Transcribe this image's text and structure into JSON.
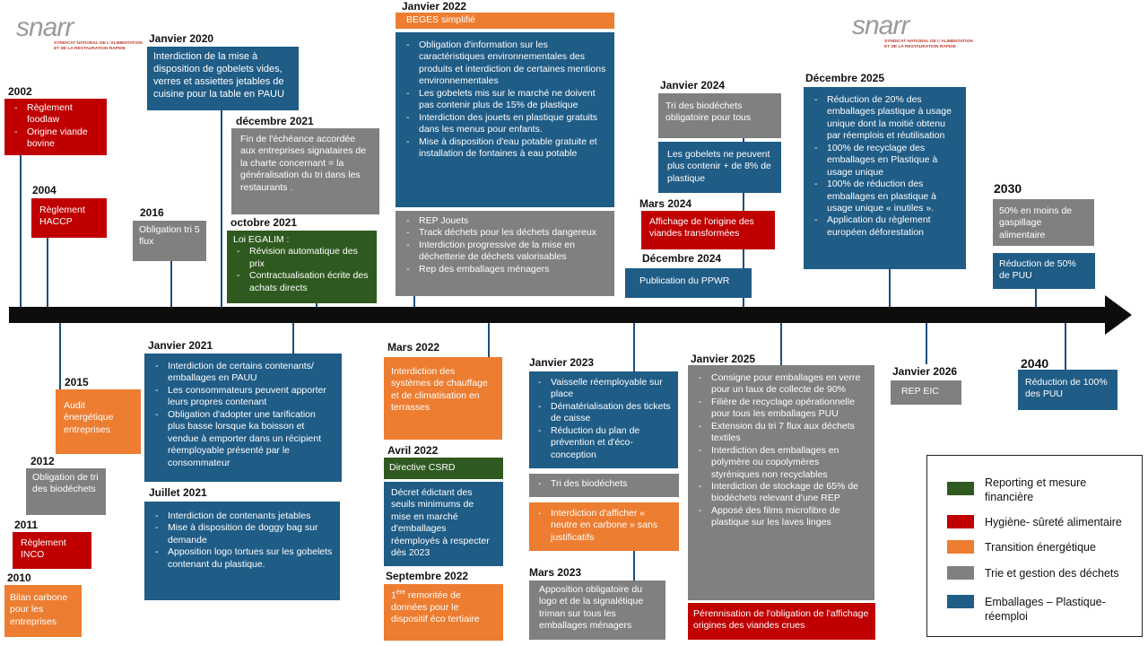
{
  "logo": {
    "word": "snarr",
    "subtitle_line1": "SYNDICAT NATIONAL DE L'ALIMENTATION",
    "subtitle_line2": "ET DE LA RESTAURATION RAPIDE"
  },
  "colors": {
    "reporting": "#2f5a1f",
    "hygiene": "#c00000",
    "energie": "#ed7d31",
    "dechets": "#808080",
    "emballages": "#1f5c86",
    "timeline": "#0d0d0d"
  },
  "legend": [
    {
      "label": "Reporting et mesure financière",
      "color": "#2f5a1f"
    },
    {
      "label": "Hygiène- sûreté alimentaire",
      "color": "#c00000"
    },
    {
      "label": "Transition énergétique",
      "color": "#ed7d31"
    },
    {
      "label": "Trie et gestion des déchets",
      "color": "#808080"
    },
    {
      "label": "Emballages – Plastique-réemploi",
      "color": "#1f5c86"
    }
  ],
  "top": {
    "y2002": {
      "date": "2002",
      "items": [
        "Règlement foodlaw",
        "Origine viande bovine"
      ]
    },
    "y2004": {
      "date": "2004",
      "text": "Règlement HACCP"
    },
    "y2016": {
      "date": "2016",
      "text": "Obligation tri 5 flux"
    },
    "jan2020": {
      "date": "Janvier 2020",
      "text": "Interdiction de la mise à disposition de gobelets vides, verres et assiettes jetables de cuisine pour la table en PAUU"
    },
    "dec2021": {
      "date": "décembre 2021",
      "text": "Fin de l'échéance accordée aux entreprises signataires de la charte concernant = la généralisation du tri dans les restaurants ."
    },
    "oct2021": {
      "date": "octobre 2021",
      "title": "Loi EGALIM :",
      "items": [
        "Révision automatique des prix",
        "Contractualisation écrite des achats directs"
      ]
    },
    "jan2022": {
      "date": "Janvier 2022",
      "beges": "BEGES simplifié",
      "items": [
        "Obligation d'information sur les caractéristiques  environnementales des produits et interdiction de certaines mentions environnementales",
        "Les gobelets mis sur le marché ne doivent pas contenir plus de 15% de plastique",
        "Interdiction des jouets en plastique gratuits dans les menus pour enfants.",
        "Mise à disposition d'eau potable gratuite et installation de fontaines à eau potable"
      ],
      "rep_items": [
        "REP Jouets",
        "Track déchets pour les déchets dangereux",
        "Interdiction progressive de la mise en déchetterie de déchets valorisables",
        "Rep des emballages ménagers"
      ]
    },
    "jan2024": {
      "date": "Janvier 2024",
      "tri": "Tri des biodéchets obligatoire pour tous",
      "gobelets": "Les gobelets ne peuvent plus contenir + de 8% de plastique"
    },
    "mar2024": {
      "date": "Mars 2024",
      "text": "Affichage de l'origine des viandes transformées"
    },
    "dec2024": {
      "date": "Décembre 2024",
      "text": "Publication du PPWR"
    },
    "dec2025": {
      "date": "Décembre 2025",
      "items": [
        "Réduction de 20% des emballages plastique à usage unique dont la moitié obtenu par réemplois et réutilisation",
        "100% de recyclage des emballages en Plastique à usage unique",
        "100% de réduction des emballages en plastique à usage unique « inutiles ».",
        "Application du règlement européen déforestation"
      ]
    },
    "y2030": {
      "date": "2030",
      "gaspillage": "50% en moins de gaspillage alimentaire",
      "puu": "Réduction de 50% de PUU"
    }
  },
  "bottom": {
    "y2010": {
      "date": "2010",
      "text": "Bilan carbone pour les entreprises"
    },
    "y2011": {
      "date": "2011",
      "text": "Règlement INCO"
    },
    "y2012": {
      "date": "2012",
      "text": "Obligation de tri des biodéchets"
    },
    "y2015": {
      "date": "2015",
      "text": "Audit énergétique entreprises"
    },
    "jan2021": {
      "date": "Janvier 2021",
      "items": [
        "Interdiction de certains contenants/ emballages en PAUU",
        "Les consommateurs peuvent apporter leurs propres contenant",
        "Obligation d'adopter une tarification plus basse lorsque ka boisson et vendue à emporter dans un récipient réemployable présenté par le consommateur"
      ]
    },
    "jul2021": {
      "date": "Juillet 2021",
      "items": [
        "Interdiction de contenants jetables",
        "Mise à disposition de doggy bag sur demande",
        "Apposition logo tortues sur les gobelets contenant du plastique."
      ]
    },
    "mar2022": {
      "date": "Mars 2022",
      "text": "Interdiction des systèmes de chauffage et de climatisation en terrasses"
    },
    "avr2022": {
      "date": "Avril 2022",
      "csrd": "Directive CSRD",
      "decret": "Décret édictant des seuils minimums de mise en marché d'emballages réemployés à respecter dès 2023"
    },
    "sep2022": {
      "date": "Septembre 2022",
      "text_pre": "1",
      "sup": "ère",
      "text_post": " remontée de données pour le dispositif éco tertiaire"
    },
    "jan2023": {
      "date": "Janvier 2023",
      "items": [
        "Vaisselle réemployable sur place",
        "Dématérialisation des tickets de caisse",
        "Réduction du plan de prévention et d'éco-conception"
      ],
      "tri": "Tri des biodéchets",
      "neutre": "Interdiction d'afficher « neutre en carbone » sans justificatifs"
    },
    "mar2023": {
      "date": "Mars 2023",
      "text": "Apposition obligatoire du logo et de la signalétique triman sur tous les emballages ménagers"
    },
    "jan2025": {
      "date": "Janvier 2025",
      "items": [
        "Consigne pour emballages en verre pour un taux de collecte de 90%",
        "Filière de recyclage opérationnelle pour tous les emballages PUU",
        "Extension du tri 7 flux aux déchets textiles",
        "Interdiction des emballages en polymère ou copolymères styréniques non recyclables",
        "Interdiction de stockage de 65% de biodéchets relevant d'une REP",
        "Apposé des films microfibre de plastique sur les laves linges"
      ],
      "perennisation": "Pérennisation de l'obligation de l'affichage origines des viandes crues"
    },
    "jan2026": {
      "date": "Janvier 2026",
      "text": "REP EIC"
    },
    "y2040": {
      "date": "2040",
      "text": "Réduction de 100% des PUU"
    }
  }
}
